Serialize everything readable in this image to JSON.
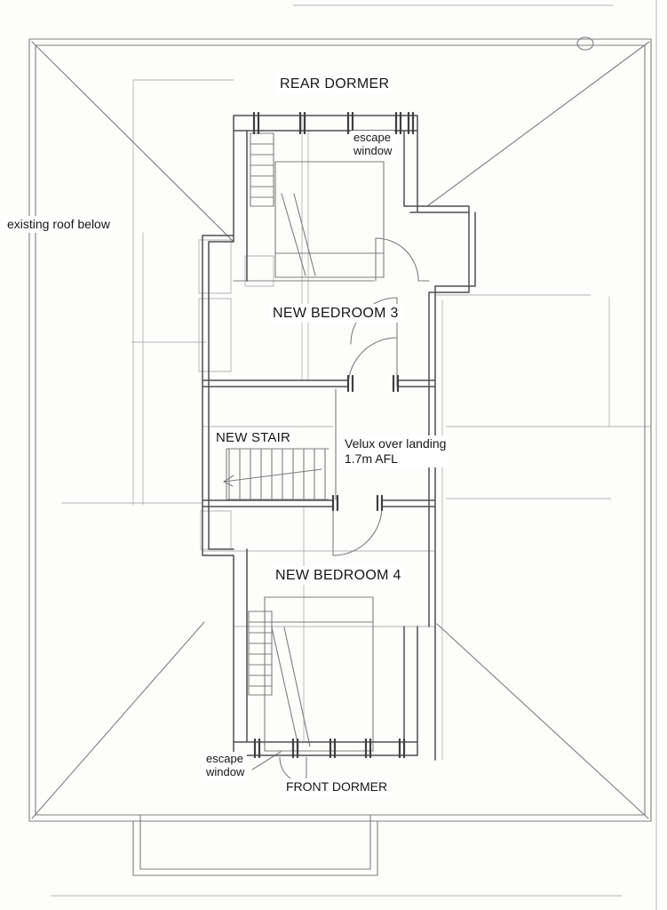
{
  "drawing": {
    "type": "hand-drawn loft conversion floor plan",
    "labels": {
      "rear_dormer": "REAR DORMER",
      "escape_window_rear": "escape\nwindow",
      "existing_roof": "existing roof below",
      "bedroom3": "NEW BEDROOM 3",
      "new_stair": "NEW STAIR",
      "velux": "Velux over landing\n1.7m AFL",
      "bedroom4": "NEW BEDROOM 4",
      "escape_window_front": "escape\nwindow",
      "front_dormer": "FRONT DORMER"
    },
    "colors": {
      "paper": "#fdfdfc",
      "pencil_dark": "#4f4f4f",
      "pencil_mid": "#7e7e7e",
      "pencil_light": "#b3b3b3",
      "label_ink": "#161616"
    }
  }
}
